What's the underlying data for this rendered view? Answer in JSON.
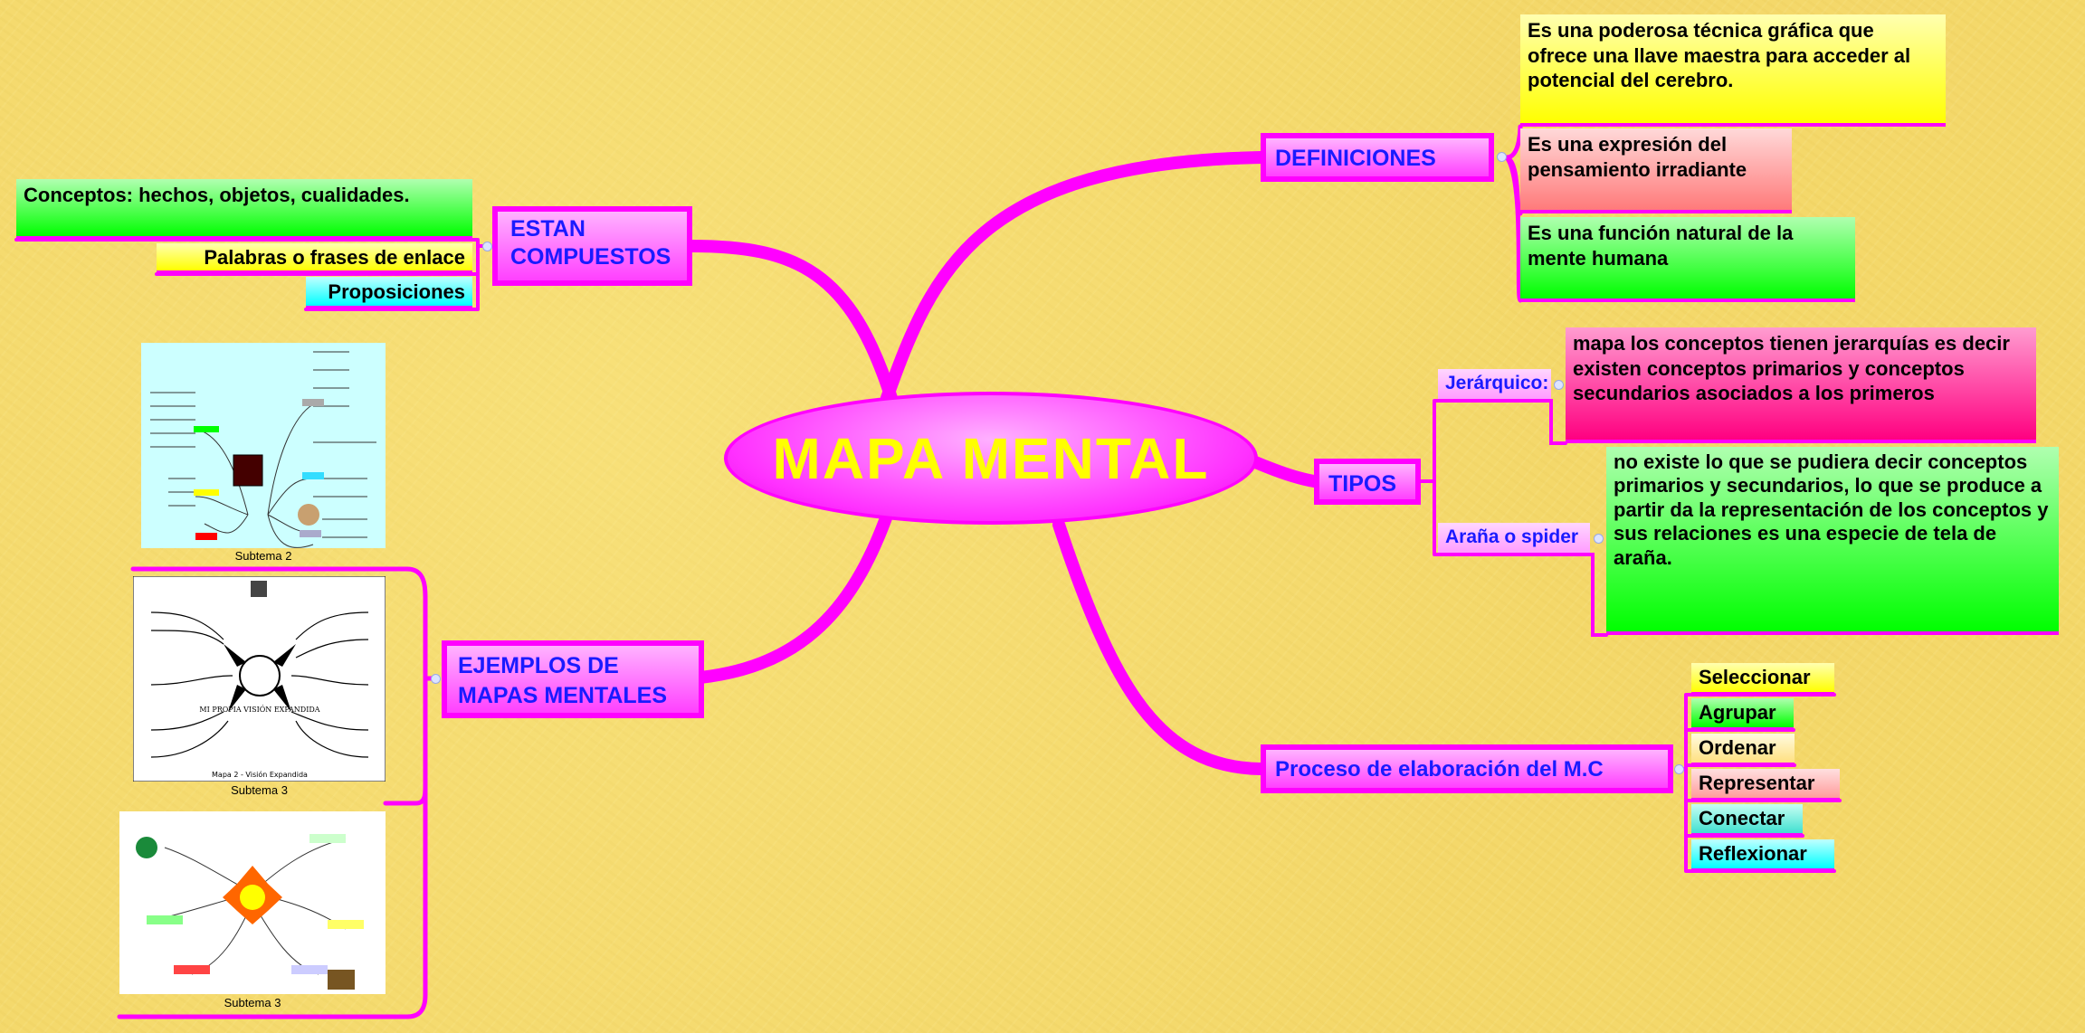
{
  "center": {
    "title": "MAPA MENTAL"
  },
  "definiciones": {
    "label": "DEFINICIONES",
    "items": [
      "Es una poderosa técnica gráfica que ofrece una llave maestra para acceder al potencial del cerebro.",
      "Es una expresión del pensamiento irradiante",
      "Es una función natural de la mente humana"
    ]
  },
  "tipos": {
    "label": "TIPOS",
    "jerarquico": {
      "label": "Jerárquico:",
      "text": "mapa los conceptos tienen jerarquías es decir existen conceptos primarios y conceptos secundarios asociados a los primeros"
    },
    "arana": {
      "label": "Araña o spider",
      "text": "no existe lo que se pudiera decir conceptos primarios y secundarios, lo que se produce a partir da la representación de los conceptos y sus relaciones es una especie de tela de araña."
    }
  },
  "proceso": {
    "label": "Proceso de elaboración del M.C",
    "items": [
      "Seleccionar",
      "Agrupar",
      "Ordenar",
      "Representar",
      "Conectar",
      "Reflexionar"
    ]
  },
  "compuestos": {
    "label": "ESTAN COMPUESTOS",
    "items": [
      "Conceptos: hechos, objetos, cualidades.",
      "Palabras o frases de enlace",
      "Proposiciones"
    ]
  },
  "ejemplos": {
    "label": "EJEMPLOS DE MAPAS MENTALES",
    "captions": [
      "Subtema 2",
      "Subtema 3",
      "Subtema 3"
    ],
    "picture_lettering": [
      "MI PROPIA VISIÓN EXPANDIDA",
      "Mapa 2 - Visión Expandida"
    ]
  },
  "colors": {
    "branch": "#ff00ff",
    "node_text": "#1a1aff",
    "center_text": "#ffff00",
    "background": "#f4d86a"
  }
}
